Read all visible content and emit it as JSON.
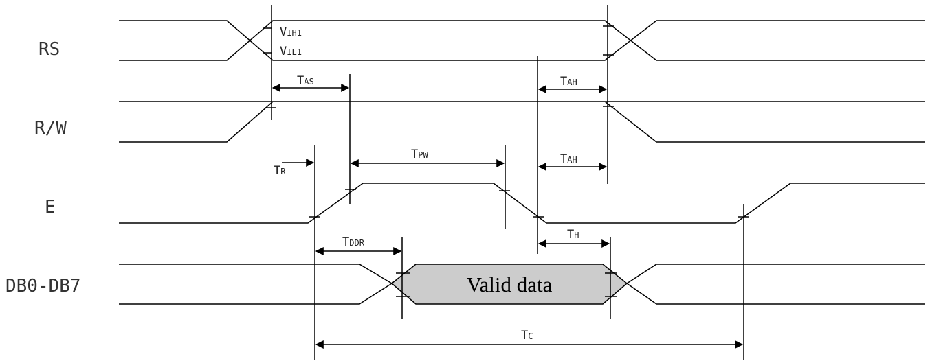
{
  "signals": {
    "rs": "RS",
    "rw": "R/W",
    "e": "E",
    "db": "DB0-DB7"
  },
  "levels": {
    "vih_main": "V",
    "vih_sub": "IH1",
    "vil_main": "V",
    "vil_sub": "IL1"
  },
  "timing": {
    "tas_main": "T",
    "tas_sub": "AS",
    "tah1_main": "T",
    "tah1_sub": "AH",
    "tpw_main": "T",
    "tpw_sub": "PW",
    "tr_main": "T",
    "tr_sub": "R",
    "tah2_main": "T",
    "tah2_sub": "AH",
    "tddr_main": "T",
    "tddr_sub": "DDR",
    "th_main": "T",
    "th_sub": "H",
    "tc_main": "T",
    "tc_sub": "C"
  },
  "valid_data": "Valid data",
  "colors": {
    "line": "#000000",
    "data_fill": "#cccccc",
    "background": "#ffffff"
  }
}
